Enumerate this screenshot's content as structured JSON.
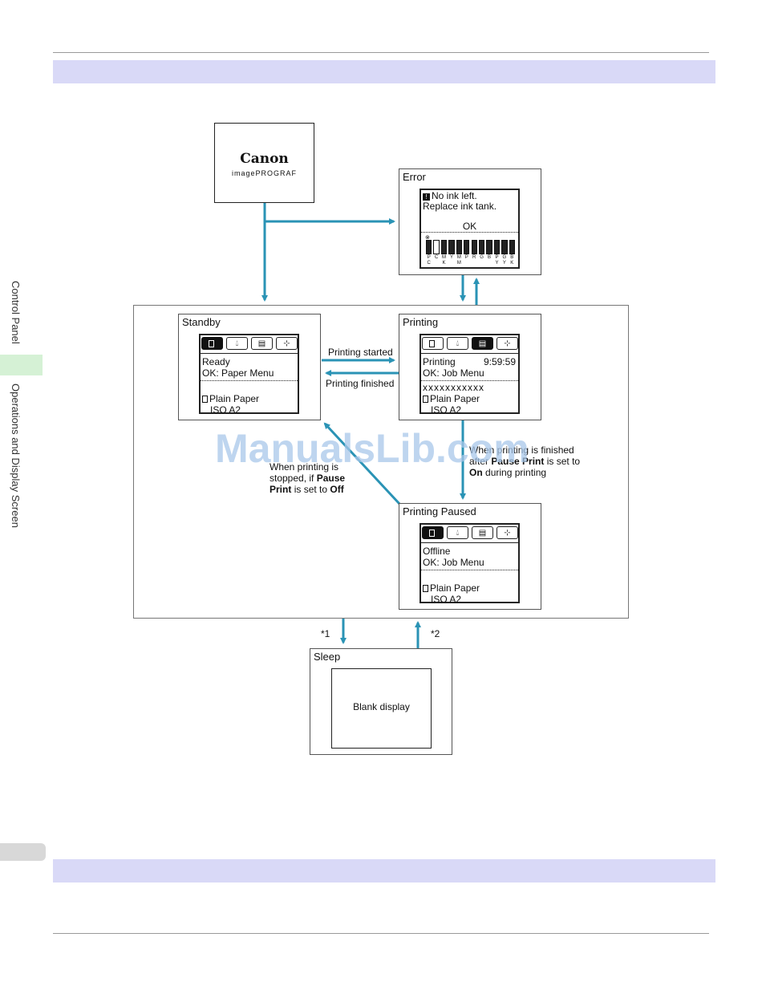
{
  "sidebar": {
    "section_primary": "Control Panel",
    "section_secondary": "Operations and Display Screen"
  },
  "logo": {
    "brand": "Canon",
    "product": "imagePROGRAF"
  },
  "error_box": {
    "title": "Error",
    "line1": "No ink left.",
    "line2": "Replace ink tank.",
    "ok": "OK",
    "ink_labels_top": [
      "P",
      "C",
      "M",
      "Y",
      "M",
      "P",
      "R",
      "G",
      "B",
      "P",
      "G",
      "B"
    ],
    "ink_labels_bottom": [
      "C",
      "",
      "K",
      "",
      "M",
      "",
      "",
      "",
      "",
      "Y",
      "Y",
      "K"
    ]
  },
  "standby_box": {
    "title": "Standby",
    "line1": "Ready",
    "line2": "OK: Paper Menu",
    "paper": "Plain Paper",
    "size": "ISO A2"
  },
  "printing_box": {
    "title": "Printing",
    "line1": "Printing",
    "time": "9:59:59",
    "line2": "OK: Job Menu",
    "job": "xxxxxxxxxxx",
    "paper": "Plain Paper",
    "size": "ISO A2"
  },
  "paused_box": {
    "title": "Printing Paused",
    "line1": "Offline",
    "line2": "OK: Job Menu",
    "paper": "Plain Paper",
    "size": "ISO A2"
  },
  "sleep_box": {
    "title": "Sleep",
    "display": "Blank display"
  },
  "transitions": {
    "started": "Printing started",
    "finished": "Printing finished",
    "paused_a": "When printing is finished",
    "paused_b1": "after",
    "paused_b2": "Pause Print",
    "paused_b3": "is set to",
    "paused_c1": "On",
    "paused_c2": "during printing",
    "stop_a": "When printing is",
    "stop_b1": "stopped, if",
    "stop_b2": "Pause",
    "stop_c1": "Print",
    "stop_c2": "is set to",
    "stop_c3": "Off",
    "note1": "*1",
    "note2": "*2"
  },
  "watermark": "ManualsLib.com",
  "colors": {
    "arrow": "#2a93b5",
    "band": "#d9d9f7",
    "sidebar_tab": "#d5f1d5",
    "page_tab": "#d8d8d8",
    "watermark": "#a9c8ea"
  }
}
